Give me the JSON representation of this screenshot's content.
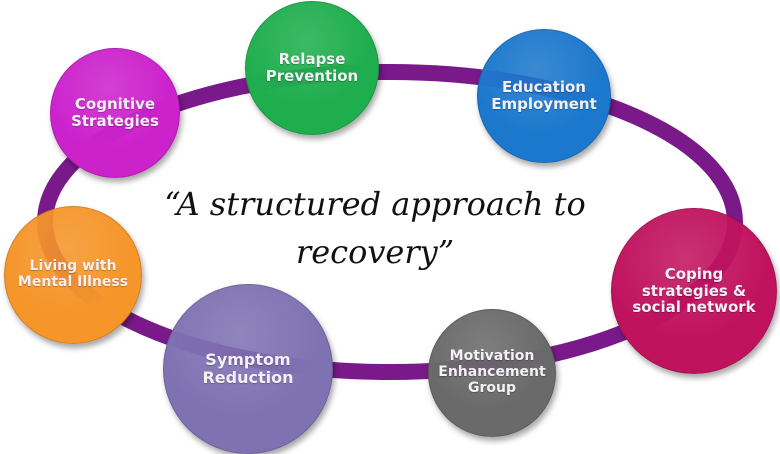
{
  "diagram": {
    "title": "“A structured approach to recovery”",
    "title_line1": "“A structured approach to",
    "title_line2": "recovery”",
    "ring_color": "#7a1a8a",
    "nodes": [
      {
        "id": "cognitive",
        "label": "Cognitive\nStrategies",
        "color": "#cc22cc"
      },
      {
        "id": "relapse",
        "label": "Relapse\nPrevention",
        "color": "#1fae4e"
      },
      {
        "id": "education",
        "label": "Education\nEmployment",
        "color": "#1c78cc"
      },
      {
        "id": "coping",
        "label": "Coping\nstrategies &\nsocial network",
        "color": "#c0135e"
      },
      {
        "id": "motivation",
        "label": "Motivation\nEnhancement\nGroup",
        "color": "#6a6a6a"
      },
      {
        "id": "symptom",
        "label": "Symptom\nReduction",
        "color": "#7e72b2"
      },
      {
        "id": "living",
        "label": "Living with\nMental Illness",
        "color": "#f5952a"
      }
    ]
  }
}
